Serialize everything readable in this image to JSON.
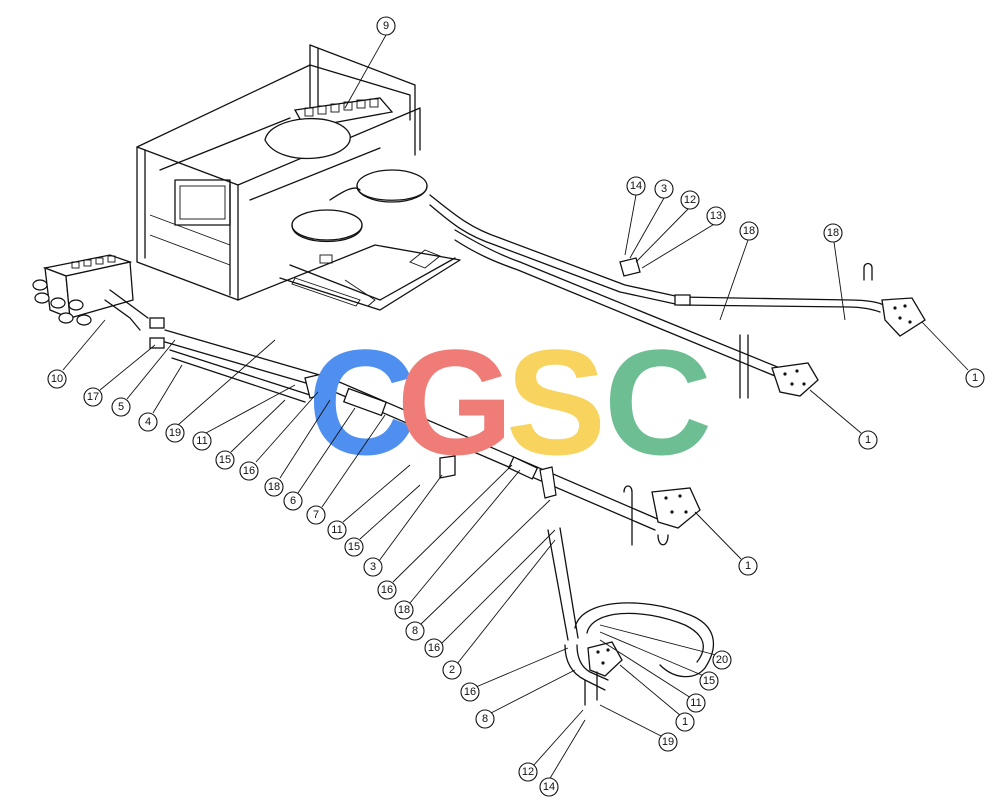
{
  "watermark": {
    "letters": [
      {
        "char": "C",
        "color": "#4f8ff0"
      },
      {
        "char": "G",
        "color": "#f07c78"
      },
      {
        "char": "S",
        "color": "#f8d35e"
      },
      {
        "char": "C",
        "color": "#6dbf93"
      }
    ]
  },
  "callouts": [
    "9",
    "14",
    "3",
    "12",
    "13",
    "18",
    "18",
    "1",
    "1",
    "1",
    "10",
    "17",
    "5",
    "4",
    "19",
    "11",
    "15",
    "16",
    "18",
    "6",
    "7",
    "11",
    "15",
    "3",
    "16",
    "18",
    "8",
    "16",
    "2",
    "16",
    "8",
    "12",
    "14",
    "20",
    "15",
    "11",
    "1",
    "19"
  ]
}
